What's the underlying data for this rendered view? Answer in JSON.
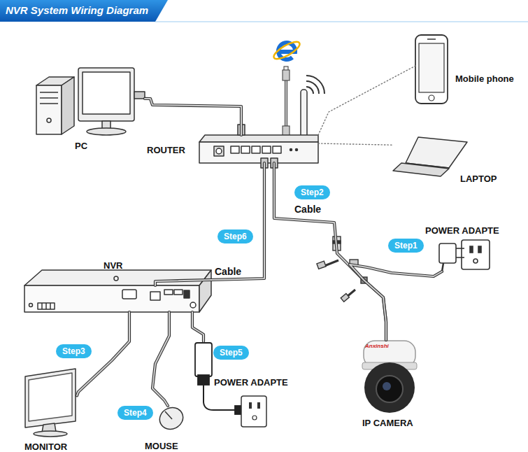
{
  "diagram": {
    "title": "NVR System Wiring Diagram",
    "nodes": [
      {
        "text": [
          "PC"
        ]
      },
      {
        "text": [
          "ROUTER"
        ]
      },
      {
        "text": [
          "Mobile phone"
        ]
      },
      {
        "text": [
          "LAPTOP"
        ]
      },
      {
        "text": [
          "POWER ADAPTE"
        ]
      },
      {
        "text": [
          "NVR"
        ]
      },
      {
        "text": [
          "POWER ADAPTE"
        ]
      },
      {
        "text": [
          "IP CAMERA"
        ]
      },
      {
        "text": [
          "MONITOR"
        ]
      },
      {
        "text": [
          "MOUSE"
        ]
      }
    ],
    "edges": [
      {
        "from": 0,
        "to": 1,
        "arrow": "none"
      },
      {
        "from": 1,
        "to": 2,
        "arrow": "none"
      },
      {
        "from": 1,
        "to": 3,
        "arrow": "none"
      },
      {
        "from": 1,
        "to": 7,
        "label": "Cable",
        "arrow": "none"
      },
      {
        "from": 4,
        "to": 7,
        "arrow": "none"
      },
      {
        "from": 1,
        "to": 5,
        "label": "Cable",
        "arrow": "none"
      },
      {
        "from": 5,
        "to": 8,
        "arrow": "none"
      },
      {
        "from": 5,
        "to": 9,
        "arrow": "none"
      },
      {
        "from": 5,
        "to": 6,
        "arrow": "none"
      }
    ],
    "labels": [
      "Step2",
      "Step1",
      "Step6",
      "Step3",
      "Step5",
      "Step4",
      "Anxinshi"
    ]
  }
}
